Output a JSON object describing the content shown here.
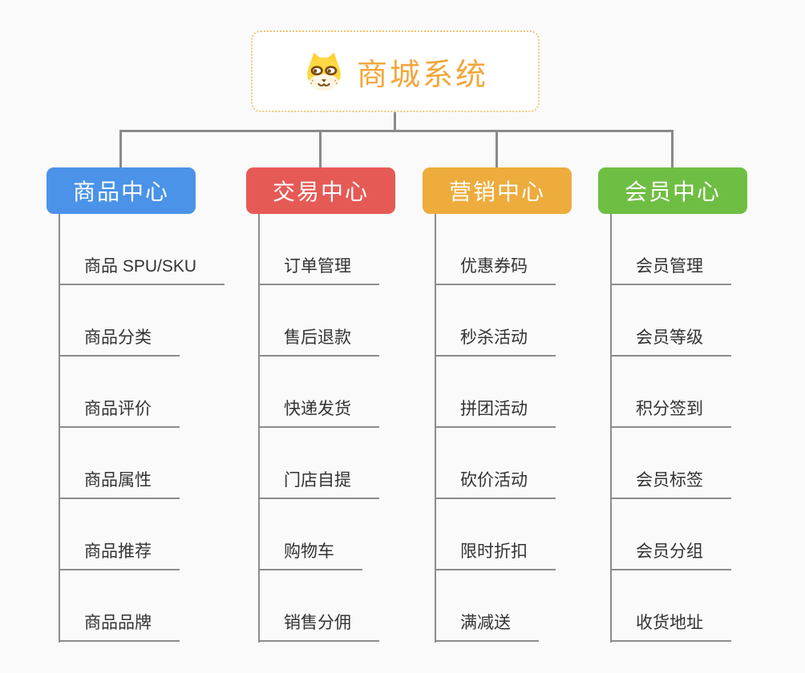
{
  "app": {
    "title": "商城系统",
    "type": "mind-map-tree"
  },
  "palette": {
    "background": "#fafafa",
    "connector_gray": "#8a8a8a",
    "child_text": "#333333"
  },
  "root": {
    "title": "商城系统",
    "icon": "dog-face-icon",
    "text_color": "#f1a73c",
    "border_color": "#f6c479"
  },
  "branches": [
    {
      "label": "商品中心",
      "color": "#4a93e8",
      "children": [
        "商品 SPU/SKU",
        "商品分类",
        "商品评价",
        "商品属性",
        "商品推荐",
        "商品品牌"
      ]
    },
    {
      "label": "交易中心",
      "color": "#e65a56",
      "children": [
        "订单管理",
        "售后退款",
        "快递发货",
        "门店自提",
        "购物车",
        "销售分佣"
      ]
    },
    {
      "label": "营销中心",
      "color": "#edac3c",
      "children": [
        "优惠券码",
        "秒杀活动",
        "拼团活动",
        "砍价活动",
        "限时折扣",
        "满减送"
      ]
    },
    {
      "label": "会员中心",
      "color": "#6fbe44",
      "children": [
        "会员管理",
        "会员等级",
        "积分签到",
        "会员标签",
        "会员分组",
        "收货地址"
      ]
    }
  ]
}
